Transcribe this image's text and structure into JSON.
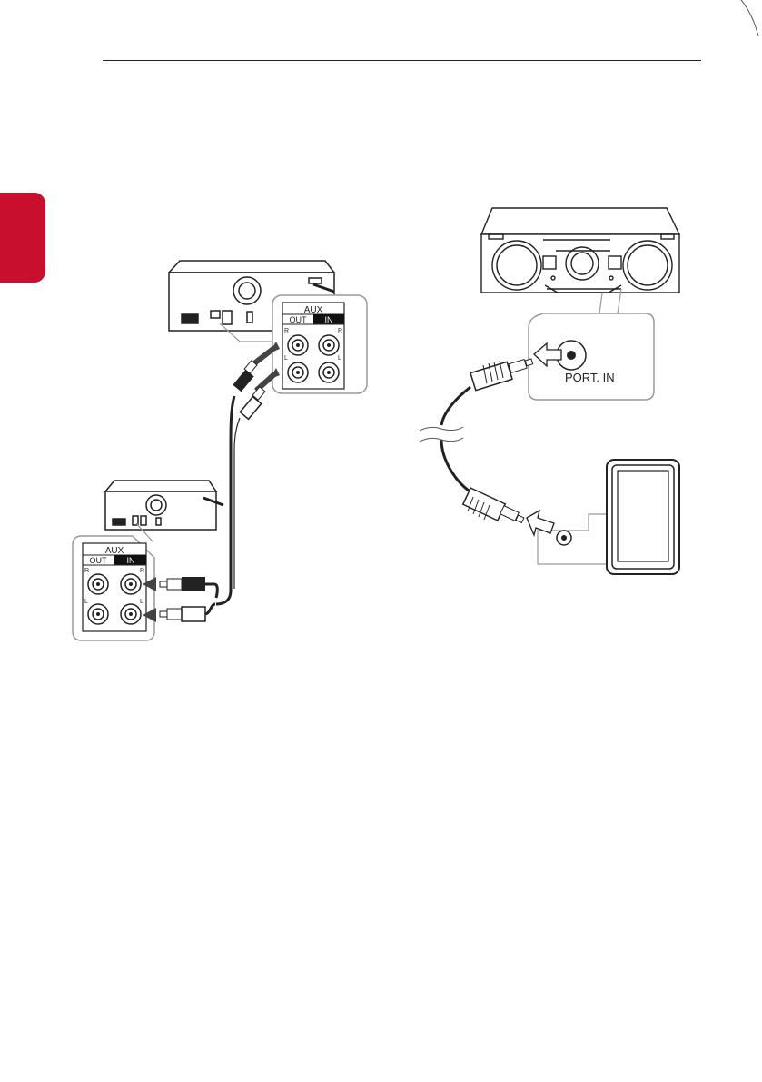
{
  "colors": {
    "section_tab": "#c8102e",
    "line": "#222222",
    "callout_outline": "#999999"
  },
  "connector_top": {
    "panel_title": "AUX",
    "out_label": "OUT",
    "in_label": "IN",
    "right_label_left": "R",
    "right_label_right": "R",
    "left_label_left": "L",
    "left_label_right": "L"
  },
  "connector_bottom": {
    "panel_title": "AUX",
    "out_label": "OUT",
    "in_label": "IN",
    "right_label_left": "R",
    "right_label_right": "R",
    "left_label_left": "L",
    "left_label_right": "L"
  },
  "port_in_label": "PORT. IN"
}
